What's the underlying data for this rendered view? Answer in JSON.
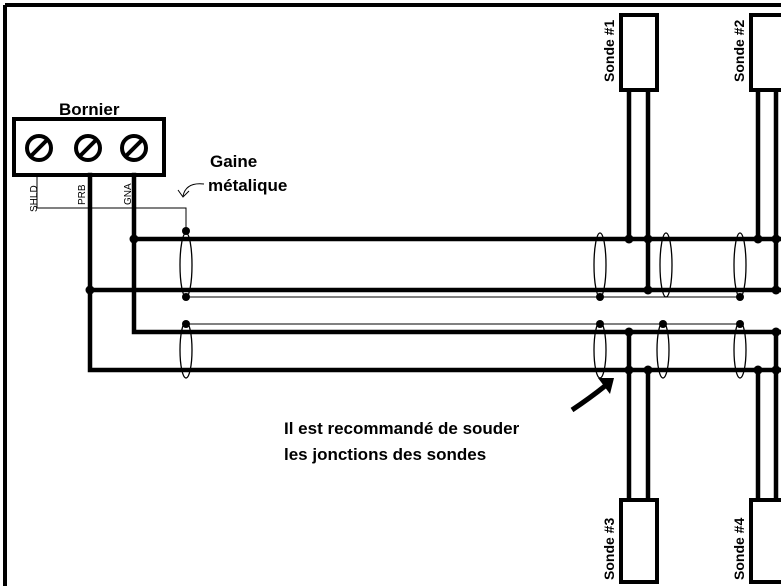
{
  "terminal_block": {
    "title": "Bornier",
    "pins": [
      "SHLD",
      "PRB",
      "GNA"
    ]
  },
  "sheath_label": [
    "Gaine",
    "métalique"
  ],
  "probes": [
    "Sonde #1",
    "Sonde #2",
    "Sonde #3",
    "Sonde #4"
  ],
  "note": [
    "Il est recommandé de souder",
    "les jonctions des sondes"
  ],
  "colors": {
    "line": "#000000",
    "background": "#ffffff"
  }
}
